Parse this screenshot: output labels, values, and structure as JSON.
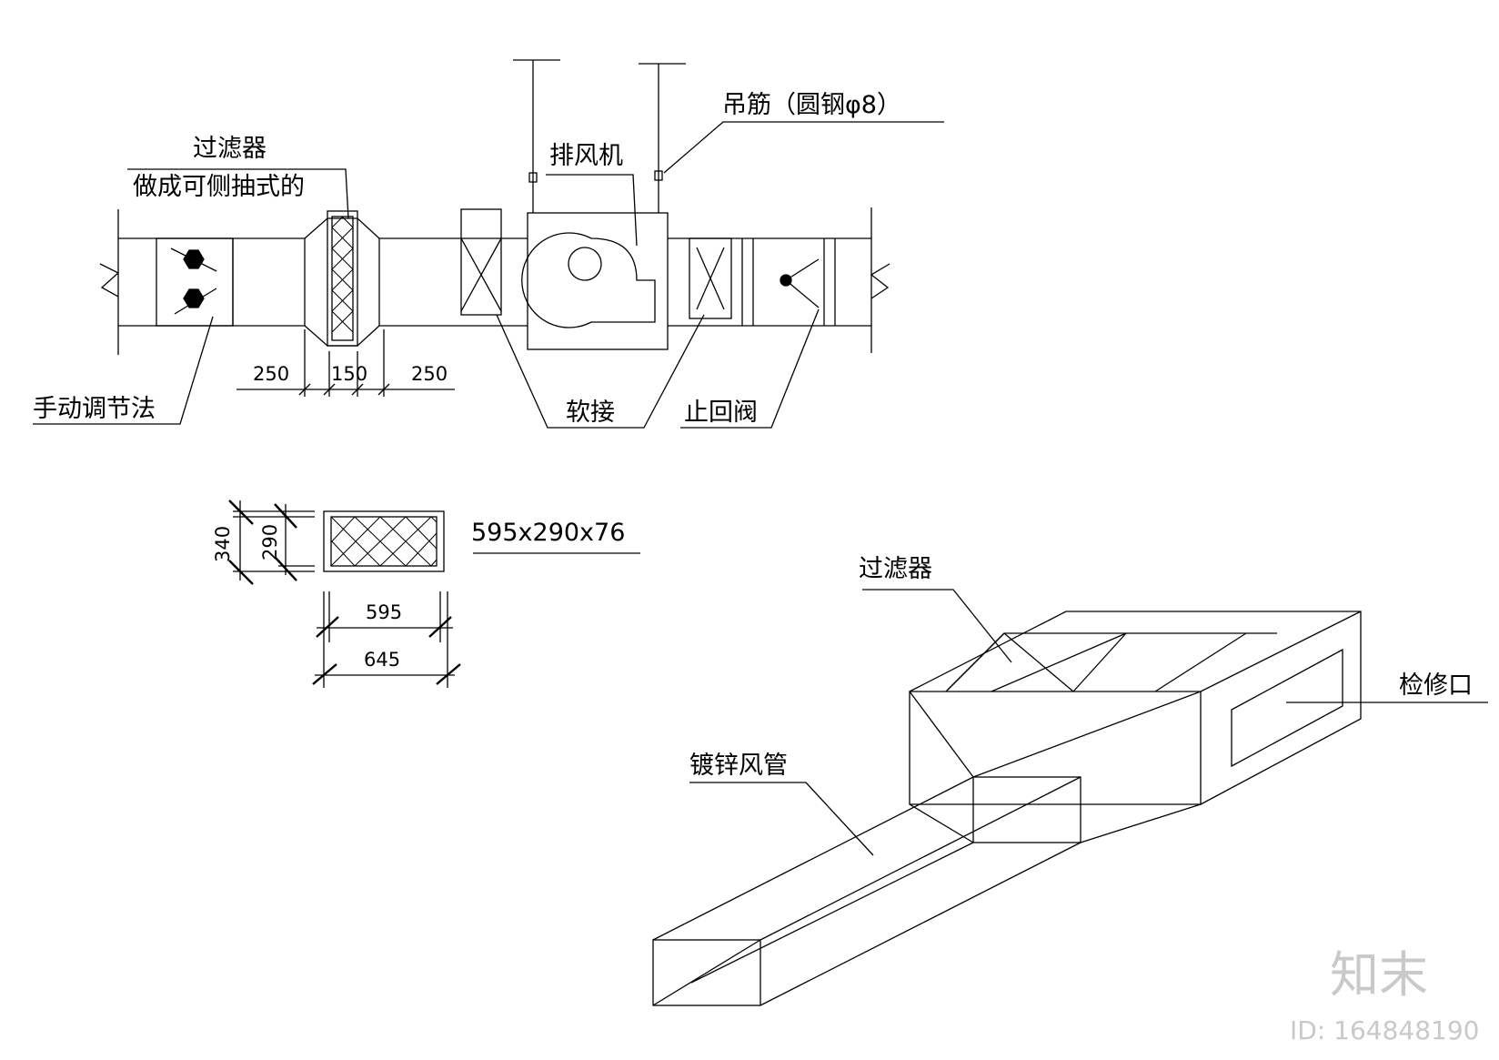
{
  "labels": {
    "filter_top": "过滤器",
    "filter_side": "做成可侧抽式的",
    "fan": "排风机",
    "hanger": "吊筋（圆钢φ8）",
    "manual_damper": "手动调节法",
    "flex_joint": "软接",
    "check_valve": "止回阀",
    "filter_size": "595x290x76",
    "filter_iso": "过滤器",
    "access_door": "检修口",
    "duct": "镀锌风管"
  },
  "dimensions": {
    "d250_left": "250",
    "d150": "150",
    "d250_right": "250",
    "d340": "340",
    "d290": "290",
    "d595": "595",
    "d645": "645"
  },
  "watermark": {
    "brand": "知末",
    "id": "ID: 164848190"
  }
}
